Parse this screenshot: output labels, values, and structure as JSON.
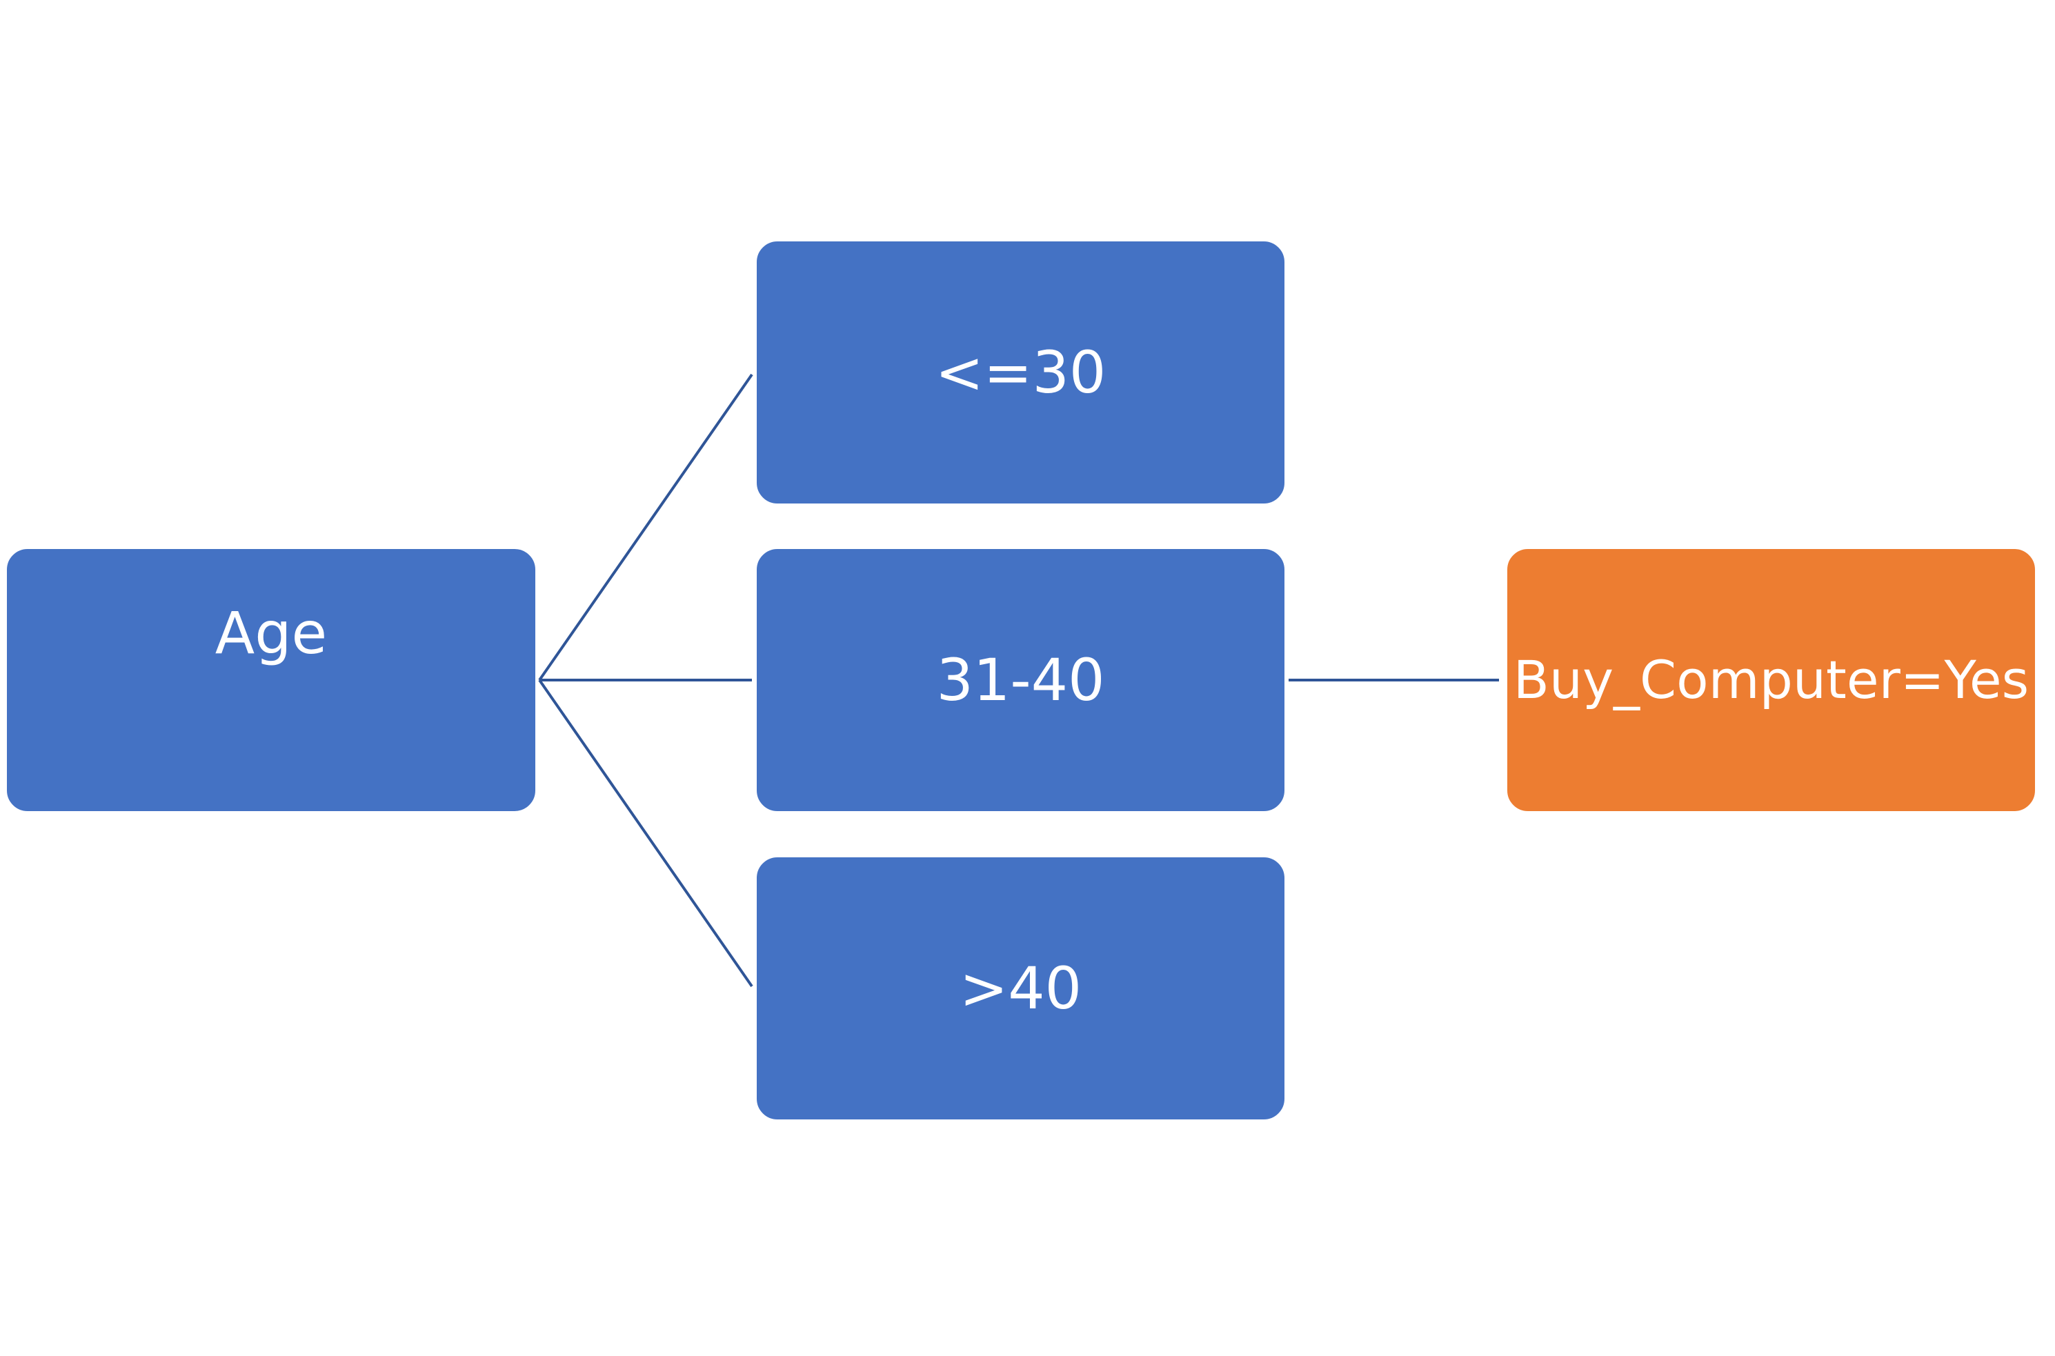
{
  "colors": {
    "decision_node": "#4472C4",
    "leaf_node": "#ED7D31",
    "connector": "#2F5597",
    "background": "#FFFFFF",
    "text": "#FFFFFF"
  },
  "diagram": {
    "root": {
      "label": "Age"
    },
    "branches": [
      {
        "label": "<=30"
      },
      {
        "label": "31-40"
      },
      {
        "label": ">40"
      }
    ],
    "leaf": {
      "label": "Buy_Computer=Yes"
    }
  }
}
